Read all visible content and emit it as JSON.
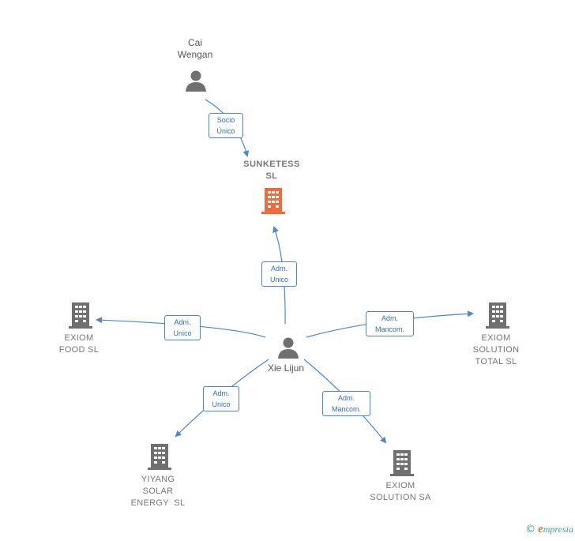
{
  "colors": {
    "edge": "#4a87d1",
    "person_icon": "#707070",
    "company_icon": "#707070",
    "main_company_icon": "#f26a3d",
    "label_text": "#777777",
    "brand": "#3aa38e"
  },
  "nodes": {
    "cai_wengan": {
      "name_line1": "Cai",
      "name_line2": "Wengan",
      "icon": "person-icon"
    },
    "sunketess": {
      "name_line1": "SUNKETESS",
      "name_line2": "SL",
      "icon": "building-icon"
    },
    "xie_lijun": {
      "name": "Xie Lijun",
      "icon": "person-icon"
    },
    "exiom_food": {
      "name_line1": "EXIOM",
      "name_line2": "FOOD SL",
      "icon": "building-icon"
    },
    "exiom_solution_total": {
      "name_line1": "EXIOM",
      "name_line2": "SOLUTION",
      "name_line3": "TOTAL SL",
      "icon": "building-icon"
    },
    "yiyang_solar": {
      "name_line1": "YIYANG",
      "name_line2": "SOLAR",
      "name_line3": "ENERGY  SL",
      "icon": "building-icon"
    },
    "exiom_solution_sa": {
      "name_line1": "EXIOM",
      "name_line2": "SOLUTION SA",
      "icon": "building-icon"
    }
  },
  "edges": {
    "cai_to_sunketess": {
      "line1": "Socio",
      "line2": "Único"
    },
    "xie_to_sunketess": {
      "line1": "Adm.",
      "line2": "Unico"
    },
    "xie_to_exiom_food": {
      "line1": "Adm.",
      "line2": "Unico"
    },
    "xie_to_exiom_total": {
      "line1": "Adm.",
      "line2": "Mancom."
    },
    "xie_to_yiyang": {
      "line1": "Adm.",
      "line2": "Unico"
    },
    "xie_to_exiom_sa": {
      "line1": "Adm.",
      "line2": "Mancom."
    }
  },
  "brand": {
    "copyright_symbol": "©",
    "initial": "e",
    "name_rest": "mpresia"
  }
}
